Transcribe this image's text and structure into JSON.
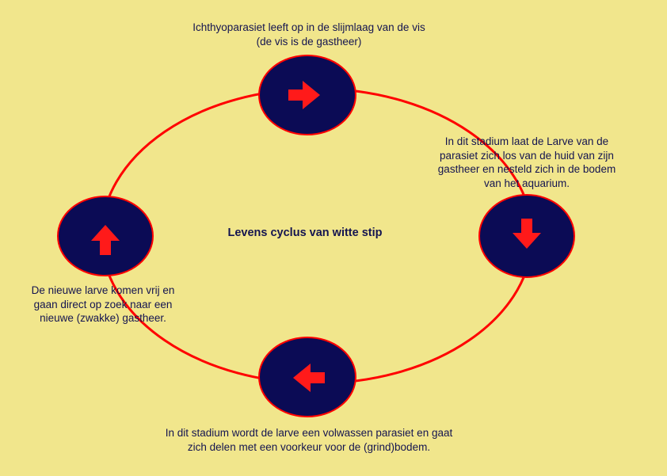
{
  "diagram": {
    "title": "Levens cyclus van witte stip",
    "colors": {
      "background": "#F1E68C",
      "cycle_stroke": "#FF0000",
      "node_fill": "#0B0B55",
      "arrow_fill": "#FF1A1A",
      "text": "#141450"
    },
    "stages": [
      {
        "id": "top",
        "arrow": "arrow-right-icon",
        "text": "Ichthyoparasiet leeft op in de slijmlaag van de vis\n(de vis is de gastheer)"
      },
      {
        "id": "right",
        "arrow": "arrow-down-icon",
        "text": "In dit stadium laat de Larve van de\nparasiet zich los van de huid van zijn\ngastheer en nesteld zich in de bodem\nvan het aquarium."
      },
      {
        "id": "bottom",
        "arrow": "arrow-left-icon",
        "text": "In dit stadium wordt de larve een volwassen parasiet en gaat\nzich delen met een voorkeur voor de (grind)bodem."
      },
      {
        "id": "left",
        "arrow": "arrow-up-icon",
        "text": "De nieuwe larve komen vrij en\ngaan direct op zoek naar een\nnieuwe (zwakke) gastheer."
      }
    ]
  }
}
